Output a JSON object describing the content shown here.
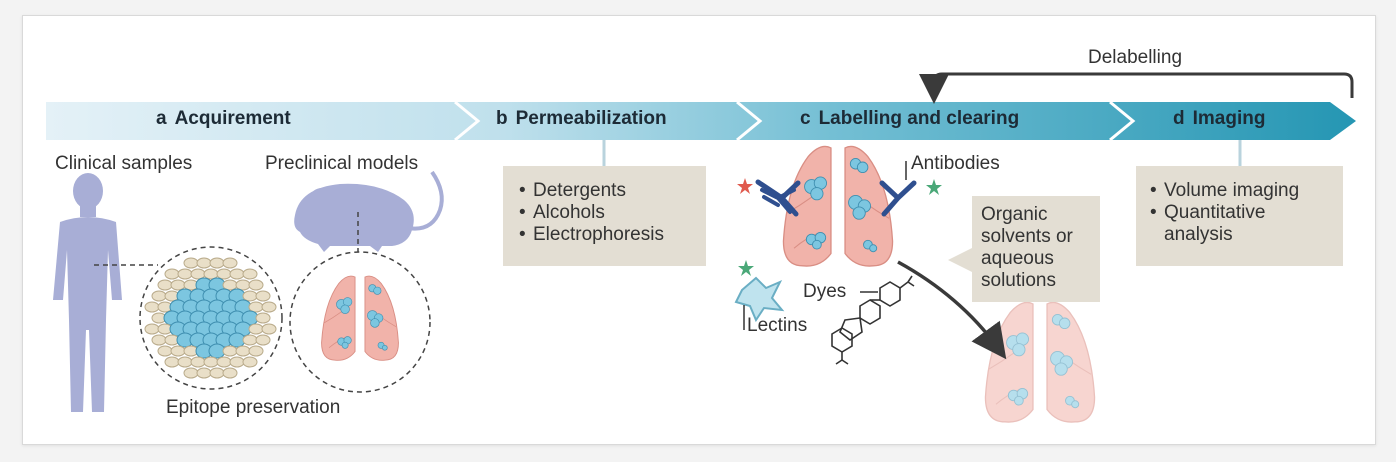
{
  "stages": [
    {
      "letter": "a",
      "title": "Acquirement"
    },
    {
      "letter": "b",
      "title": "Permeabilization"
    },
    {
      "letter": "c",
      "title": "Labelling and clearing"
    },
    {
      "letter": "d",
      "title": "Imaging"
    }
  ],
  "loop_label": "Delabelling",
  "acquirement": {
    "clinical": "Clinical samples",
    "preclinical": "Preclinical models",
    "caption": "Epitope preservation"
  },
  "permeabilization": {
    "items": [
      "Detergents",
      "Alcohols",
      "Electrophoresis"
    ]
  },
  "labelling": {
    "antibodies": "Antibodies",
    "dyes": "Dyes",
    "lectins": "Lectins",
    "solvents": [
      "Organic",
      "solvents or",
      "aqueous",
      "solutions"
    ]
  },
  "imaging": {
    "items": [
      "Volume imaging",
      "Quantitative",
      "analysis"
    ]
  },
  "bullet": "•",
  "colors": {
    "arrow_start": "#e2f0f6",
    "arrow_end": "#2a9bb7",
    "box": "#e3ded3",
    "silhouette": "#a8aed6",
    "lung": "#f1b3aa",
    "tumor": "#7cc6e0"
  }
}
